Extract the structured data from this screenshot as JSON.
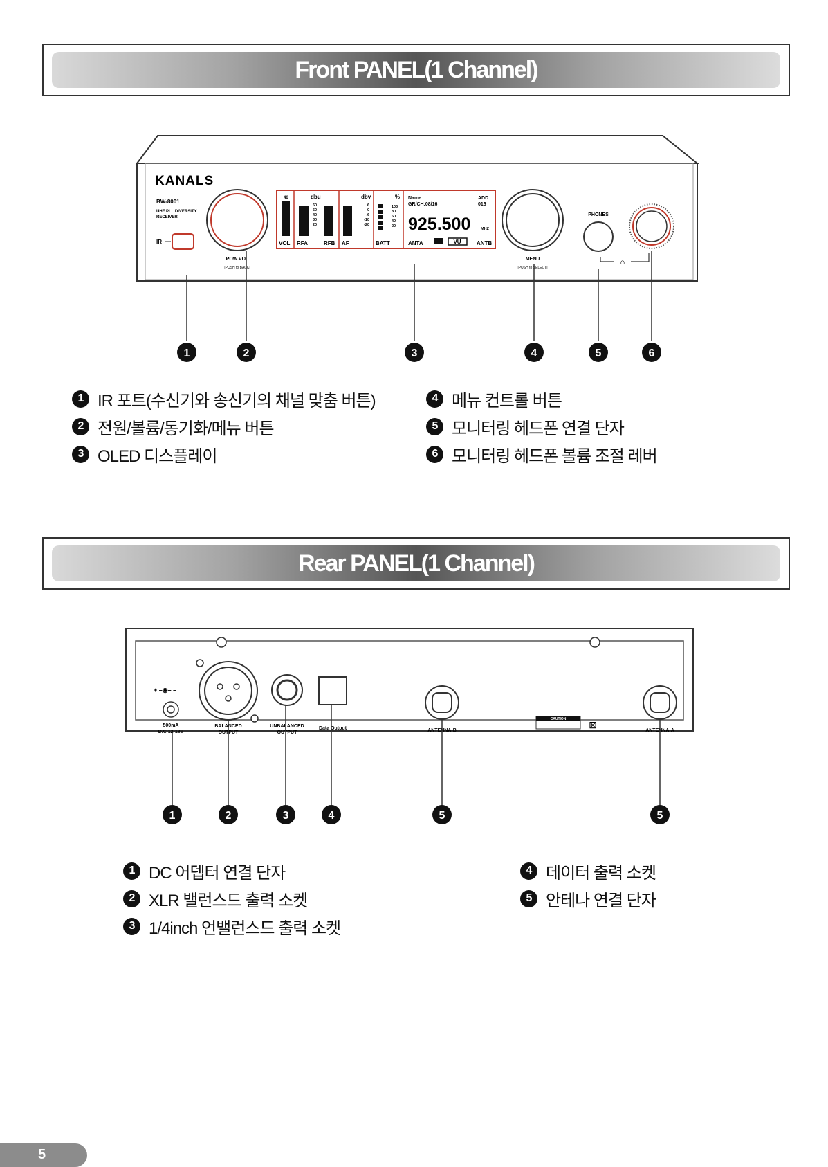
{
  "front": {
    "title": "Front PANEL(1 Channel)",
    "device": {
      "brand": "KANALS",
      "model": "BW-8001",
      "subtitle_line1": "UHF PLL DIVERSITY",
      "subtitle_line2": "RECEIVER",
      "ir_label": "IR",
      "pow_label": "POW.VOL",
      "pow_sub": "[PUSH to BACK]",
      "menu_label": "MENU",
      "menu_sub": "[PUSH to SELECT]",
      "phones_label": "PHONES",
      "display": {
        "vol_top": "46",
        "dbu_label": "dbu",
        "dbu_scale": [
          "60",
          "50",
          "40",
          "30",
          "20"
        ],
        "dbv_label": "dbv",
        "dbv_scale": [
          "6",
          "0",
          "-6",
          "-10",
          "-20"
        ],
        "pct_label": "%",
        "pct_scale": [
          "100",
          "80",
          "60",
          "40",
          "20"
        ],
        "name_label": "Name:",
        "name_value": "ADD",
        "grch": "GR/CH:08/16",
        "grch_value": "016",
        "frequency": "925.500",
        "unit": "MHZ",
        "vol": "VOL",
        "rfa": "RFA",
        "rfb": "RFB",
        "af": "AF",
        "batt": "BATT",
        "anta": "ANTA",
        "antb": "ANTB",
        "vu": "VU"
      }
    },
    "callouts": [
      "1",
      "2",
      "3",
      "4",
      "5",
      "6"
    ],
    "legend_left": [
      {
        "num": "1",
        "text": "IR 포트(수신기와 송신기의 채널 맞춤 버튼)"
      },
      {
        "num": "2",
        "text": "전원/볼륨/동기화/메뉴 버튼"
      },
      {
        "num": "3",
        "text": "OLED 디스플레이"
      }
    ],
    "legend_right": [
      {
        "num": "4",
        "text": "메뉴 컨트롤 버튼"
      },
      {
        "num": "5",
        "text": "모니터링 헤드폰 연결 단자"
      },
      {
        "num": "6",
        "text": "모니터링 헤드폰 볼륨 조절 레버"
      }
    ]
  },
  "rear": {
    "title": "Rear PANEL(1 Channel)",
    "device": {
      "dc_line1": "500mA",
      "dc_line2": "D.C 12-18V",
      "balanced": "BALANCED",
      "output": "OUTPUT",
      "unbalanced": "UNBALANCED",
      "data_output": "Data Output",
      "antenna_b": "ANTENNA-B",
      "antenna_a": "ANTENNA-A",
      "caution": "CAUTION"
    },
    "callouts": [
      "1",
      "2",
      "3",
      "4",
      "5",
      "5"
    ],
    "legend_left": [
      {
        "num": "1",
        "text": "DC 어뎁터 연결 단자"
      },
      {
        "num": "2",
        "text": "XLR 밸런스드 출력 소켓"
      },
      {
        "num": "3",
        "text": "1/4inch 언밸런스드 출력 소켓"
      }
    ],
    "legend_right": [
      {
        "num": "4",
        "text": "데이터 출력 소켓"
      },
      {
        "num": "5",
        "text": "안테나 연결 단자"
      }
    ]
  },
  "page_number": "5"
}
